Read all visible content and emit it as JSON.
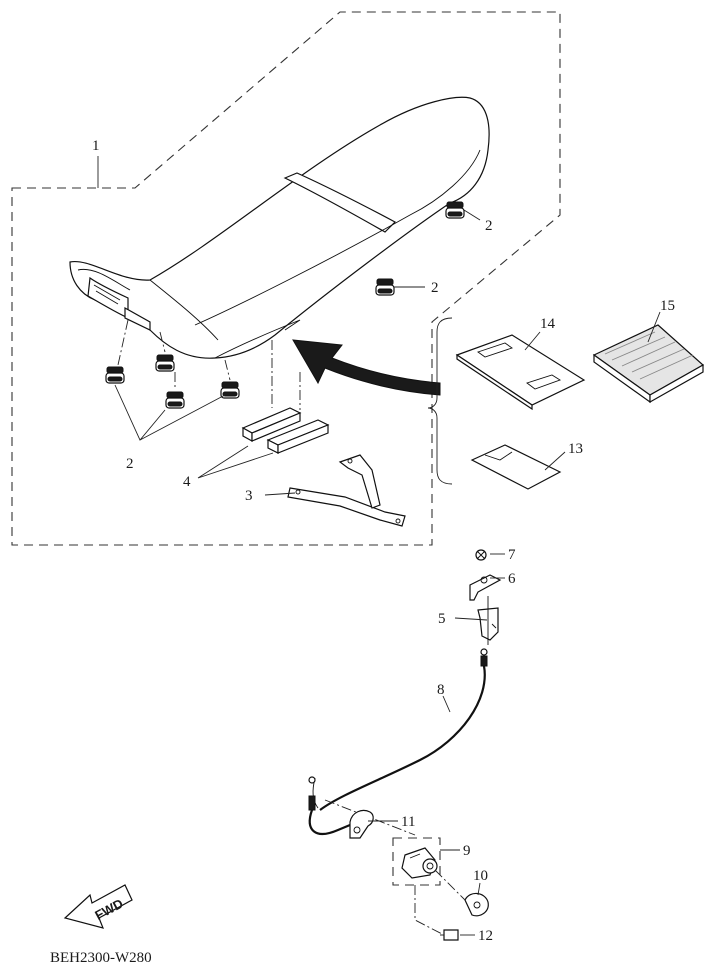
{
  "callouts": {
    "c1": "1",
    "c2a": "2",
    "c2b": "2",
    "c2c": "2",
    "c3": "3",
    "c4": "4",
    "c5": "5",
    "c6": "6",
    "c7": "7",
    "c8": "8",
    "c9": "9",
    "c10": "10",
    "c11": "11",
    "c12": "12",
    "c13": "13",
    "c14": "14",
    "c15": "15"
  },
  "fwd_label": "FWD",
  "drawing_code": "BEH2300-W280"
}
